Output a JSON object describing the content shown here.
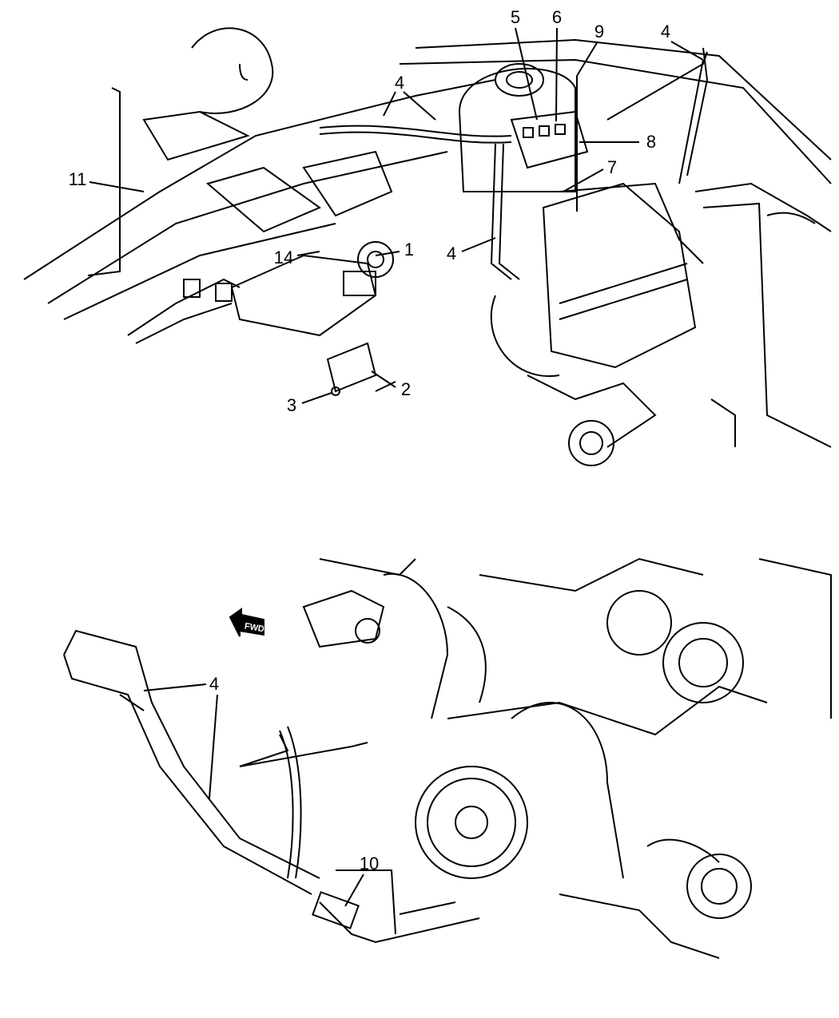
{
  "diagram": {
    "top_view": {
      "callouts": [
        {
          "id": "c5",
          "label": "5"
        },
        {
          "id": "c6",
          "label": "6"
        },
        {
          "id": "c9",
          "label": "9"
        },
        {
          "id": "c4a",
          "label": "4"
        },
        {
          "id": "c4b",
          "label": "4"
        },
        {
          "id": "c8",
          "label": "8"
        },
        {
          "id": "c7",
          "label": "7"
        },
        {
          "id": "c11",
          "label": "11"
        },
        {
          "id": "c1",
          "label": "1"
        },
        {
          "id": "c14",
          "label": "14"
        },
        {
          "id": "c4c",
          "label": "4"
        },
        {
          "id": "c2",
          "label": "2"
        },
        {
          "id": "c3",
          "label": "3"
        }
      ]
    },
    "bottom_view": {
      "fwd_arrow": "FWD",
      "callouts": [
        {
          "id": "c4d",
          "label": "4"
        },
        {
          "id": "c10",
          "label": "10"
        }
      ]
    }
  }
}
